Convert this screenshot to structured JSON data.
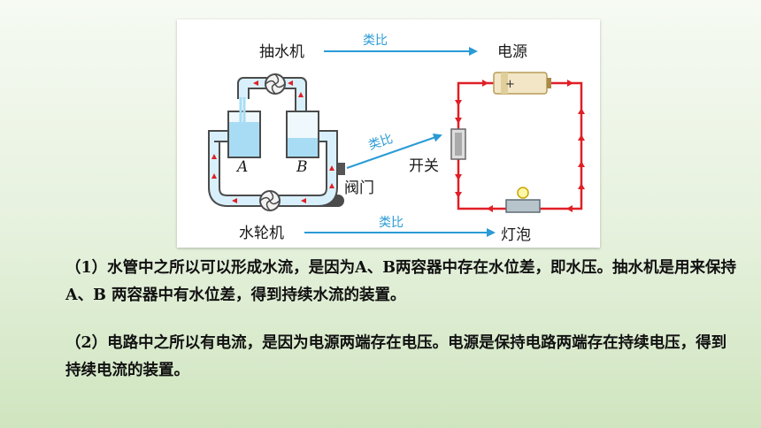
{
  "diagram": {
    "labels": {
      "pump": "抽水机",
      "source": "电源",
      "valve": "阀门",
      "switch": "开关",
      "turbine": "水轮机",
      "bulb": "灯泡",
      "container_a": "A",
      "container_b": "B",
      "analogy": "类比"
    },
    "colors": {
      "pipe_fill": "#d8f0fb",
      "pipe_stroke": "#4b4b4b",
      "water": "#a8dcf4",
      "circuit_red": "#e01f26",
      "analogy_blue": "#2a9bd6"
    }
  },
  "text": {
    "para1": "（1）水管中之所以可以形成水流，是因为A、B两容器中存在水位差，即水压。抽水机是用来保持A、B 两容器中有水位差，得到持续水流的装置。",
    "para2": "（2）电路中之所以有电流，是因为电源两端存在电压。电源是保持电路两端存在持续电压，得到持续电流的装置。"
  }
}
